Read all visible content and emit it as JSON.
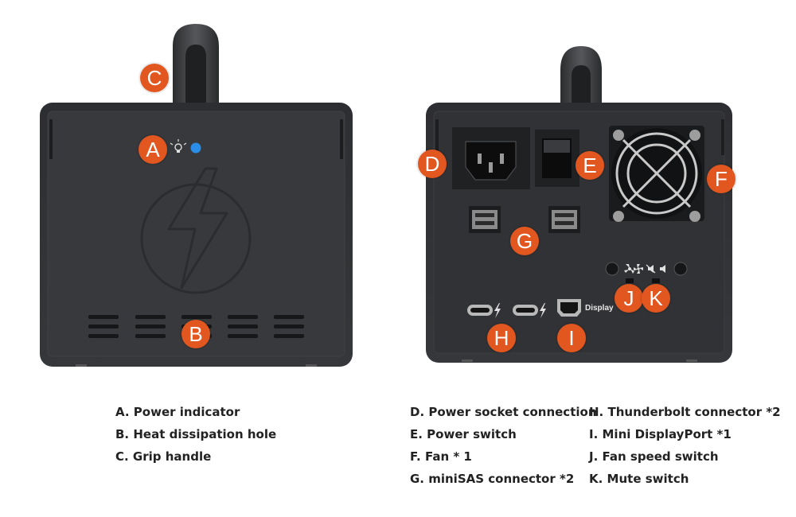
{
  "badges": {
    "a": "A",
    "b": "B",
    "c": "C",
    "d": "D",
    "e": "E",
    "f": "F",
    "g": "G",
    "h": "H",
    "i": "I",
    "j": "J",
    "k": "K"
  },
  "port_label_display": "Display",
  "legend_left": [
    "A. Power indicator",
    "B. Heat dissipation hole",
    "C. Grip handle"
  ],
  "legend_middle": [
    "D. Power socket connection",
    "E. Power switch",
    "F. Fan * 1",
    "G. miniSAS connector *2"
  ],
  "legend_right": [
    "H. Thunderbolt connector *2",
    "I. Mini DisplayPort *1",
    "J. Fan speed switch",
    "K. Mute switch"
  ],
  "colors": {
    "badge": "#e2561f",
    "enclosure": "#2f3033",
    "indicator_led": "#2a8ee8"
  },
  "icons": [
    "lightbulb-icon",
    "thunderbolt-icon",
    "fan-icon",
    "mute-icon"
  ]
}
